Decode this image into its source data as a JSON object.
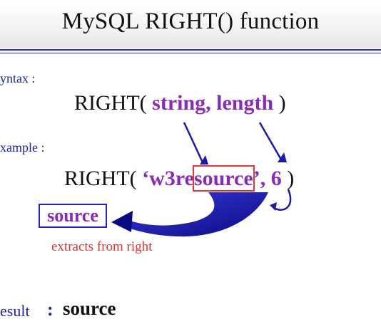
{
  "title": "MySQL RIGHT() function",
  "syntax": {
    "label": "yntax :",
    "func": "RIGHT(",
    "arg1": "string",
    "comma": ",",
    "arg2": "length",
    "close": ")"
  },
  "example": {
    "label": "xample :",
    "func": "RIGHT(",
    "quote_open": "‘",
    "str_prefix": "w3re",
    "str_suffix": "source",
    "quote_close": "’",
    "sep": ",",
    "num": "6",
    "close": ")"
  },
  "output_box": "source",
  "note": "extracts from right",
  "result": {
    "label": "esult",
    "colon": ":",
    "value": "source"
  },
  "colors": {
    "title_rule": "#2b2bd0",
    "label": "#2222aa",
    "argument": "#8a2bb8",
    "highlight_box": "#e53535",
    "arrow": "#1a1aa8",
    "note": "#e03030"
  }
}
